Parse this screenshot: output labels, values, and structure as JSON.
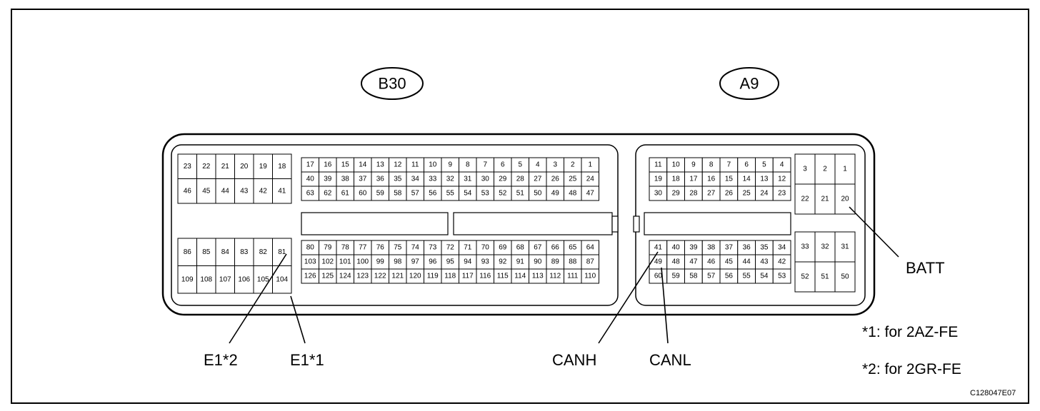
{
  "connectors": [
    {
      "id": "b30",
      "name": "B30",
      "blocks": [
        {
          "rows": [
            [
              "23",
              "22",
              "21",
              "20",
              "19",
              "18"
            ],
            [
              "46",
              "45",
              "44",
              "43",
              "42",
              "41"
            ]
          ]
        },
        {
          "rows": [
            [
              "17",
              "16",
              "15",
              "14",
              "13",
              "12",
              "11",
              "10",
              "9",
              "8",
              "7",
              "6",
              "5",
              "4",
              "3",
              "2",
              "1"
            ],
            [
              "40",
              "39",
              "38",
              "37",
              "36",
              "35",
              "34",
              "33",
              "32",
              "31",
              "30",
              "29",
              "28",
              "27",
              "26",
              "25",
              "24"
            ],
            [
              "63",
              "62",
              "61",
              "60",
              "59",
              "58",
              "57",
              "56",
              "55",
              "54",
              "53",
              "52",
              "51",
              "50",
              "49",
              "48",
              "47"
            ]
          ]
        },
        {
          "rows": [
            [
              "86",
              "85",
              "84",
              "83",
              "82",
              "81"
            ],
            [
              "109",
              "108",
              "107",
              "106",
              "105",
              "104"
            ]
          ]
        },
        {
          "rows": [
            [
              "80",
              "79",
              "78",
              "77",
              "76",
              "75",
              "74",
              "73",
              "72",
              "71",
              "70",
              "69",
              "68",
              "67",
              "66",
              "65",
              "64"
            ],
            [
              "103",
              "102",
              "101",
              "100",
              "99",
              "98",
              "97",
              "96",
              "95",
              "94",
              "93",
              "92",
              "91",
              "90",
              "89",
              "88",
              "87"
            ],
            [
              "126",
              "125",
              "124",
              "123",
              "122",
              "121",
              "120",
              "119",
              "118",
              "117",
              "116",
              "115",
              "114",
              "113",
              "112",
              "111",
              "110"
            ]
          ]
        }
      ]
    },
    {
      "id": "a9",
      "name": "A9",
      "blocks": [
        {
          "rows": [
            [
              "11",
              "10",
              "9",
              "8",
              "7",
              "6",
              "5",
              "4"
            ],
            [
              "19",
              "18",
              "17",
              "16",
              "15",
              "14",
              "13",
              "12"
            ],
            [
              "30",
              "29",
              "28",
              "27",
              "26",
              "25",
              "24",
              "23"
            ]
          ]
        },
        {
          "rows": [
            [
              "3",
              "2",
              "1"
            ],
            [
              "22",
              "21",
              "20"
            ]
          ]
        },
        {
          "rows": [
            [
              "41",
              "40",
              "39",
              "38",
              "37",
              "36",
              "35",
              "34"
            ],
            [
              "49",
              "48",
              "47",
              "46",
              "45",
              "44",
              "43",
              "42"
            ],
            [
              "60",
              "59",
              "58",
              "57",
              "56",
              "55",
              "54",
              "53"
            ]
          ]
        },
        {
          "rows": [
            [
              "33",
              "32",
              "31"
            ],
            [
              "52",
              "51",
              "50"
            ]
          ]
        }
      ]
    }
  ],
  "callouts": [
    {
      "id": "e1-2",
      "text": "E1*2",
      "pin": "81"
    },
    {
      "id": "e1-1",
      "text": "E1*1",
      "pin": "104"
    },
    {
      "id": "canh",
      "text": "CANH",
      "pin": "41"
    },
    {
      "id": "canl",
      "text": "CANL",
      "pin": "49"
    },
    {
      "id": "batt",
      "text": "BATT",
      "pin": "20"
    }
  ],
  "notes": [
    "*1: for 2AZ-FE",
    "*2: for 2GR-FE"
  ],
  "figure_code": "C128047E07"
}
